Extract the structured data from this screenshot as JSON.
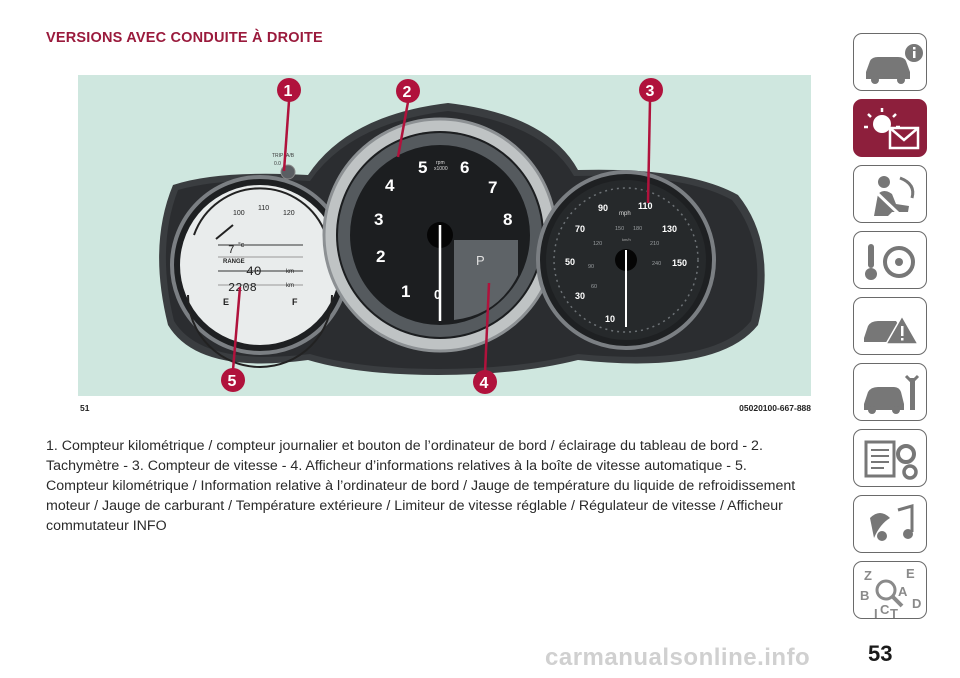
{
  "section_title": "VERSIONS AVEC CONDUITE À DROITE",
  "figure": {
    "callouts": [
      "1",
      "2",
      "3",
      "4",
      "5"
    ],
    "caption_left": "51",
    "caption_right": "05020100-667-888",
    "tachometer": {
      "ticks": [
        "1",
        "2",
        "3",
        "4",
        "5",
        "6",
        "7",
        "8"
      ],
      "unit_line1": "rpm",
      "unit_line2": "x1000",
      "gear": "P",
      "zero": "0"
    },
    "speedometer": {
      "outer_ticks": [
        "10",
        "30",
        "50",
        "70",
        "90",
        "110",
        "130",
        "150"
      ],
      "inner_ticks": [
        "60",
        "90",
        "120",
        "150",
        "180",
        "210",
        "240"
      ],
      "unit": "mph",
      "inner_unit": "km/h"
    },
    "display": {
      "temp_ticks": [
        "100",
        "110",
        "120"
      ],
      "outside_temp": "7",
      "outside_temp_unit": "°c",
      "range_label": "RANGE",
      "range_value": "40",
      "range_unit": "km",
      "odometer": "2208",
      "odometer_unit": "km",
      "fuel_empty": "E",
      "fuel_full": "F",
      "trip_label1": "TRIP",
      "trip_label2": "A/B",
      "trip_value": "0.0"
    }
  },
  "description": "1. Compteur kilométrique / compteur journalier et bouton de l’ordinateur de bord / éclairage du tableau de bord - 2. Tachymètre - 3. Compteur de vitesse - 4. Afficheur d’informations relatives à la boîte de vitesse automatique - 5. Compteur kilométrique / Information relative à l’ordinateur de bord / Jauge de température du liquide de refroidissement moteur / Jauge de carburant / Température extérieure / Limiteur de vitesse réglable / Régulateur de vitesse / Afficheur commutateur INFO",
  "sidebar_tabs": [
    {
      "icon": "car-info-icon"
    },
    {
      "icon": "dashboard-warning-light-icon",
      "active": true
    },
    {
      "icon": "seatbelt-airbag-icon"
    },
    {
      "icon": "starting-driving-icon"
    },
    {
      "icon": "emergency-icon"
    },
    {
      "icon": "maintenance-icon"
    },
    {
      "icon": "technical-data-icon"
    },
    {
      "icon": "multimedia-icon"
    },
    {
      "icon": "alphabetical-index-icon",
      "letters": [
        "Z",
        "E",
        "B",
        "A",
        "C",
        "D",
        "T",
        "I"
      ]
    }
  ],
  "page_number": "53",
  "watermark": "carmanualsonline.info",
  "colors": {
    "accent": "#9a1a3c",
    "callout": "#b0123c",
    "figure_bg": "#cfe7df"
  }
}
